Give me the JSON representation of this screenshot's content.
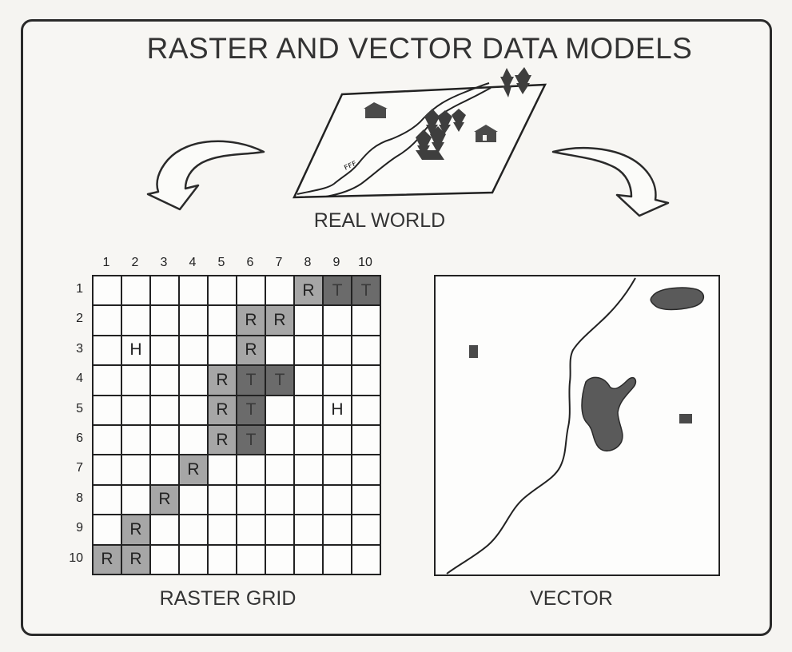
{
  "title": "RASTER AND VECTOR DATA MODELS",
  "captions": {
    "real_world": "REAL WORLD",
    "raster": "RASTER GRID",
    "vector": "VECTOR"
  },
  "raster": {
    "column_numbers": [
      "1",
      "2",
      "3",
      "4",
      "5",
      "6",
      "7",
      "8",
      "9",
      "10"
    ],
    "row_numbers": [
      "1",
      "2",
      "3",
      "4",
      "5",
      "6",
      "7",
      "8",
      "9",
      "10"
    ],
    "cells": [
      [
        "",
        "",
        "",
        "",
        "",
        "",
        "",
        "R",
        "T",
        "T"
      ],
      [
        "",
        "",
        "",
        "",
        "",
        "R",
        "R",
        "",
        "",
        ""
      ],
      [
        "",
        "H",
        "",
        "",
        "",
        "R",
        "",
        "",
        "",
        ""
      ],
      [
        "",
        "",
        "",
        "",
        "R",
        "T",
        "T",
        "",
        "",
        ""
      ],
      [
        "",
        "",
        "",
        "",
        "R",
        "T",
        "",
        "",
        "H",
        ""
      ],
      [
        "",
        "",
        "",
        "",
        "R",
        "T",
        "",
        "",
        "",
        ""
      ],
      [
        "",
        "",
        "",
        "R",
        "",
        "",
        "",
        "",
        "",
        ""
      ],
      [
        "",
        "",
        "R",
        "",
        "",
        "",
        "",
        "",
        "",
        ""
      ],
      [
        "",
        "R",
        "",
        "",
        "",
        "",
        "",
        "",
        "",
        ""
      ],
      [
        "R",
        "R",
        "",
        "",
        "",
        "",
        "",
        "",
        "",
        ""
      ]
    ],
    "legend_colors": {
      "R": "#a6a6a6",
      "T": "#6b6b6b",
      "H": "#fdfdfc"
    }
  },
  "colors": {
    "ink": "#2a2a2a",
    "feature_fill": "#5a5a5a"
  }
}
